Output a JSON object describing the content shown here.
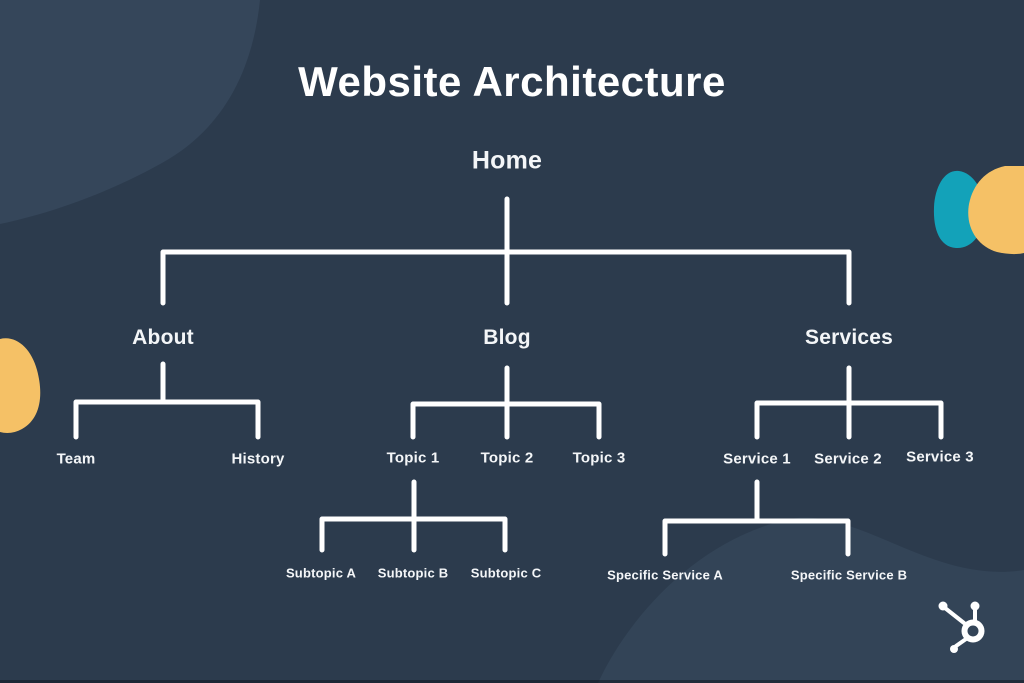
{
  "title": "Website Architecture",
  "icons": {
    "brand": "hubspot-sprocket-icon"
  },
  "colors": {
    "background": "#2c3b4d",
    "blob_shade": "#35465a",
    "wave_shade": "#334457",
    "accent_yellow": "#f5c166",
    "accent_teal": "#13a2b9",
    "line": "#ffffff",
    "text": "#f4f6f8"
  },
  "tree": {
    "root": {
      "label": "Home"
    },
    "branches": [
      {
        "label": "About",
        "children": [
          {
            "label": "Team"
          },
          {
            "label": "History"
          }
        ]
      },
      {
        "label": "Blog",
        "children": [
          {
            "label": "Topic 1",
            "children": [
              {
                "label": "Subtopic A"
              },
              {
                "label": "Subtopic B"
              },
              {
                "label": "Subtopic C"
              }
            ]
          },
          {
            "label": "Topic 2"
          },
          {
            "label": "Topic 3"
          }
        ]
      },
      {
        "label": "Services",
        "children": [
          {
            "label": "Service 1",
            "children": [
              {
                "label": "Specific Service A"
              },
              {
                "label": "Specific Service B"
              }
            ]
          },
          {
            "label": "Service 2"
          },
          {
            "label": "Service 3"
          }
        ]
      }
    ]
  }
}
